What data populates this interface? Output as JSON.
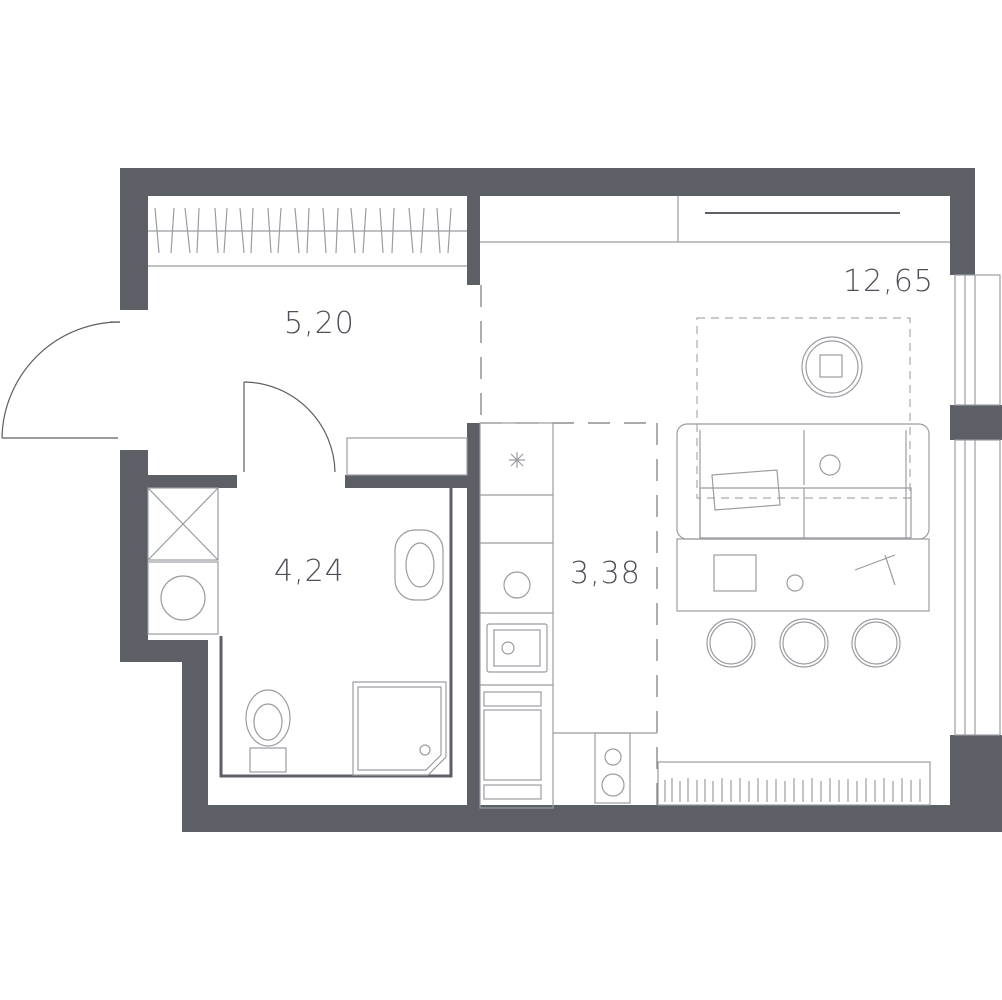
{
  "rooms": [
    {
      "name": "hallway",
      "area": "5,20"
    },
    {
      "name": "bathroom",
      "area": "4,24"
    },
    {
      "name": "kitchen",
      "area": "3,38"
    },
    {
      "name": "living-room",
      "area": "12,65"
    }
  ],
  "colors": {
    "wall": "#5c5f66",
    "line": "#9a9ca2",
    "text": "#4d5058"
  }
}
